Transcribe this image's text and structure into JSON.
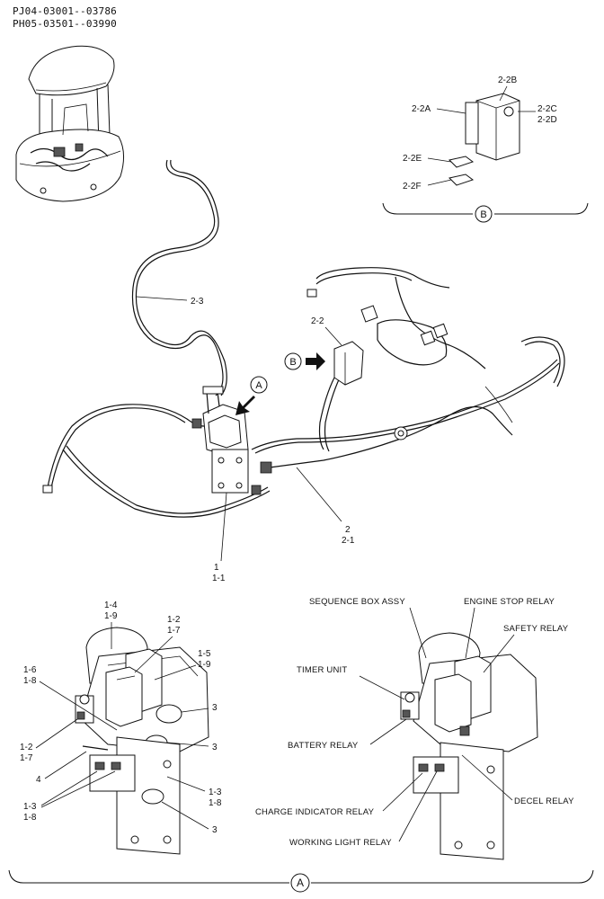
{
  "header": {
    "line1": "PJ04-03001--03786",
    "line2": "PH05-03501--03990"
  },
  "detail_b": {
    "marker": "B",
    "labels": [
      "2-2B",
      "2-2A",
      "2-2C",
      "2-2D",
      "2-2E",
      "2-2F"
    ]
  },
  "main": {
    "labels": [
      "2-3",
      "2-2",
      "2",
      "2-1",
      "1",
      "1-1"
    ],
    "marker_a": "A",
    "marker_b": "B"
  },
  "detail_a_left": {
    "labels": [
      "1-4",
      "1-9",
      "1-2",
      "1-7",
      "1-5",
      "1-9",
      "1-6",
      "1-8",
      "3",
      "3",
      "1-2",
      "1-7",
      "4",
      "1-3",
      "1-8",
      "1-3",
      "1-8",
      "3"
    ]
  },
  "detail_a_right": {
    "sequence_box": "SEQUENCE BOX ASSY",
    "engine_stop": "ENGINE STOP RELAY",
    "safety": "SAFETY RELAY",
    "timer": "TIMER UNIT",
    "battery": "BATTERY RELAY",
    "charge": "CHARGE INDICATOR RELAY",
    "decel": "DECEL RELAY",
    "working_light": "WORKING LIGHT RELAY"
  },
  "footer": {
    "marker": "A"
  }
}
